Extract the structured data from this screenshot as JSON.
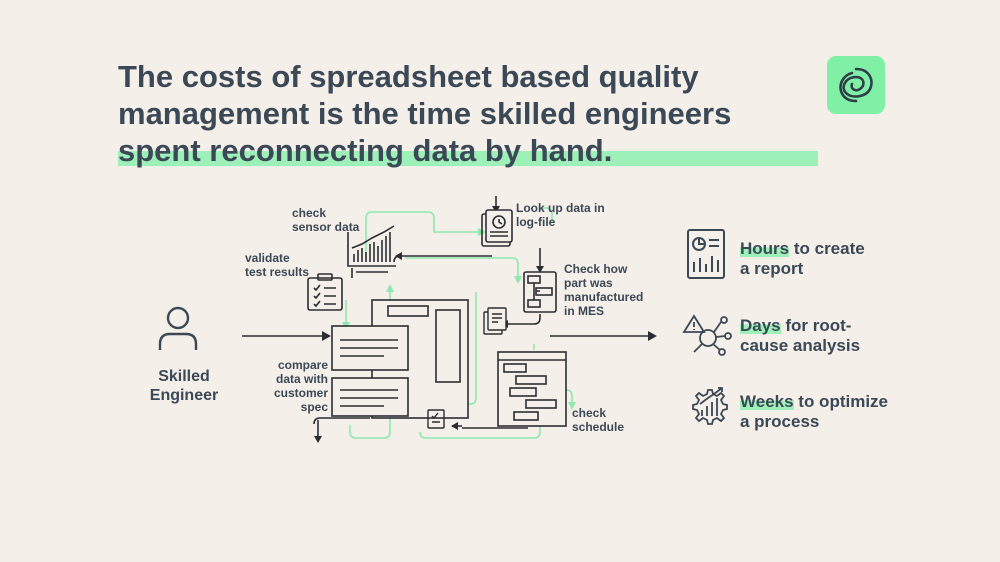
{
  "headline": {
    "line1": "The costs of spreadsheet based quality",
    "line2": "management is the time skilled engineers",
    "line3_highlight": "spent reconnecting data by hand."
  },
  "engineer": {
    "label_line1": "Skilled",
    "label_line2": "Engineer",
    "icon": "person-icon"
  },
  "steps": {
    "check_sensor": [
      "check",
      "sensor data"
    ],
    "validate": [
      "validate",
      "test results"
    ],
    "lookup": [
      "Look up data in",
      "log-file"
    ],
    "check_mes": [
      "Check how",
      "part was",
      "manufactured",
      "in MES"
    ],
    "compare": [
      "compare",
      "data with",
      "customer",
      "spec"
    ],
    "schedule": [
      "check",
      "schedule"
    ]
  },
  "stats": [
    {
      "key": "Hours",
      "rest1": " to create",
      "line2": "a report",
      "icon": "report-icon"
    },
    {
      "key": "Days",
      "rest1": " for root-",
      "line2": "cause analysis",
      "icon": "analysis-icon"
    },
    {
      "key": "Weeks",
      "rest1": " to optimize",
      "line2": "a process",
      "icon": "optimize-icon"
    }
  ],
  "colors": {
    "background": "#f4efe9",
    "text": "#3b4856",
    "accent": "#7ff0a6",
    "highlight": "#9df0b8",
    "line": "#2a2e33",
    "flow": "#8fe8ad"
  }
}
